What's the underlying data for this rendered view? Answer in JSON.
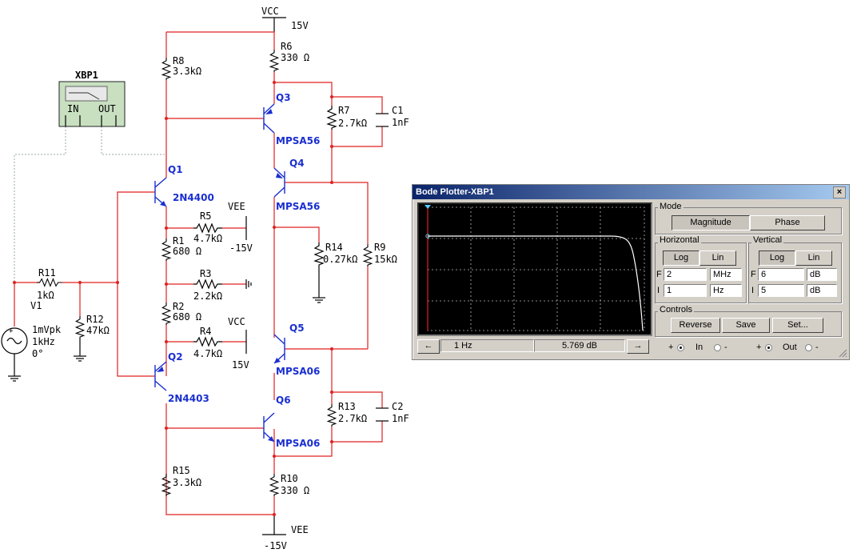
{
  "schematic": {
    "vcc_top": {
      "name": "VCC",
      "value": "15V"
    },
    "vee_bottom": {
      "name": "VEE",
      "value": "-15V"
    },
    "vee_mid": {
      "name": "VEE",
      "value": "-15V"
    },
    "vcc_mid": {
      "name": "VCC",
      "value": "15V"
    },
    "bode_symbol": {
      "name": "XBP1",
      "in": "IN",
      "out": "OUT"
    },
    "source": {
      "name": "V1",
      "amp": "1mVpk",
      "freq": "1kHz",
      "phase": "0°"
    },
    "resistors": {
      "r1": {
        "name": "R1",
        "value": "680 Ω"
      },
      "r2": {
        "name": "R2",
        "value": "680 Ω"
      },
      "r3": {
        "name": "R3",
        "value": "2.2kΩ"
      },
      "r4": {
        "name": "R4",
        "value": "4.7kΩ"
      },
      "r5": {
        "name": "R5",
        "value": "4.7kΩ"
      },
      "r6": {
        "name": "R6",
        "value": "330 Ω"
      },
      "r7": {
        "name": "R7",
        "value": "2.7kΩ"
      },
      "r8": {
        "name": "R8",
        "value": "3.3kΩ"
      },
      "r9": {
        "name": "R9",
        "value": "15kΩ"
      },
      "r10": {
        "name": "R10",
        "value": "330 Ω"
      },
      "r11": {
        "name": "R11",
        "value": "1kΩ"
      },
      "r12": {
        "name": "R12",
        "value": "47kΩ"
      },
      "r13": {
        "name": "R13",
        "value": "2.7kΩ"
      },
      "r14": {
        "name": "R14",
        "value": "0.27kΩ"
      },
      "r15": {
        "name": "R15",
        "value": "3.3kΩ"
      }
    },
    "capacitors": {
      "c1": {
        "name": "C1",
        "value": "1nF"
      },
      "c2": {
        "name": "C2",
        "value": "1nF"
      }
    },
    "transistors": {
      "q1": {
        "name": "Q1",
        "model": "2N4400"
      },
      "q2": {
        "name": "Q2",
        "model": "2N4403"
      },
      "q3": {
        "name": "Q3",
        "model": "MPSA56"
      },
      "q4": {
        "name": "Q4",
        "model": "MPSA56"
      },
      "q5": {
        "name": "Q5",
        "model": "MPSA06"
      },
      "q6": {
        "name": "Q6",
        "model": "MPSA06"
      }
    }
  },
  "bode": {
    "title": "Bode Plotter-XBP1",
    "close_label": "×",
    "mode_label": "Mode",
    "magnitude_label": "Magnitude",
    "phase_label": "Phase",
    "horizontal_label": "Horizontal",
    "vertical_label": "Vertical",
    "log_label": "Log",
    "lin_label": "Lin",
    "f_label": "F",
    "i_label": "I",
    "h_final": "2",
    "h_final_unit": "MHz",
    "h_initial": "1",
    "h_initial_unit": "Hz",
    "v_final": "6",
    "v_final_unit": "dB",
    "v_initial": "5",
    "v_initial_unit": "dB",
    "controls_label": "Controls",
    "reverse_label": "Reverse",
    "save_label": "Save",
    "set_label": "Set...",
    "cursor_freq": "1 Hz",
    "cursor_value": "5.769 dB",
    "in_label": "In",
    "out_label": "Out",
    "plus": "+",
    "minus": "-",
    "left_arrow": "←",
    "right_arrow": "→"
  }
}
